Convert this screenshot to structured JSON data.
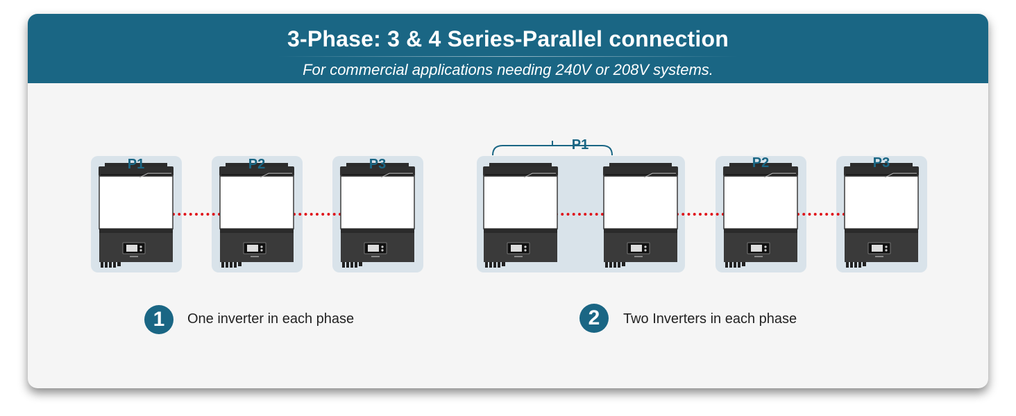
{
  "header": {
    "title": "3-Phase: 3 & 4 Series-Parallel connection",
    "subtitle": "For commercial applications needing 240V or 208V systems."
  },
  "colors": {
    "header_bg": "#1a6684",
    "body_bg": "#f5f5f5",
    "panel_bg": "#d9e3ea",
    "link_red": "#e0141b",
    "label_blue": "#1a6684"
  },
  "configs": [
    {
      "number": "1",
      "caption": "One inverter in each phase",
      "phases": [
        {
          "label": "P1",
          "inverters": 1
        },
        {
          "label": "P2",
          "inverters": 1
        },
        {
          "label": "P3",
          "inverters": 1
        }
      ]
    },
    {
      "number": "2",
      "caption": "Two Inverters in each phase",
      "phases": [
        {
          "label": "P1",
          "inverters": 2
        },
        {
          "label": "P2",
          "inverters": 1
        },
        {
          "label": "P3",
          "inverters": 1
        }
      ]
    }
  ],
  "icons": {
    "inverter": "inverter-icon",
    "bracket": "bracket-icon"
  }
}
